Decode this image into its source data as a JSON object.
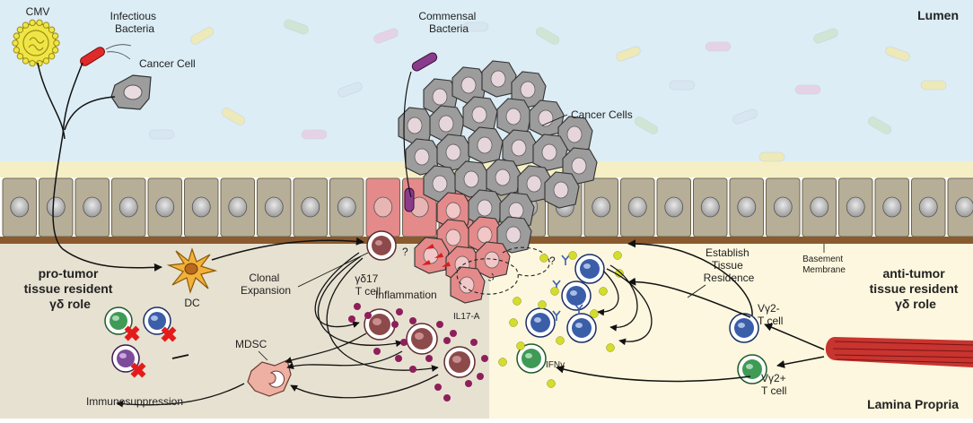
{
  "regions": {
    "lumen": "Lumen",
    "lamina_propria": "Lamina Propria"
  },
  "roles": {
    "pro_tumor": [
      "pro-tumor",
      "tissue resident",
      "γδ role"
    ],
    "anti_tumor": [
      "anti-tumor",
      "tissue resident",
      "γδ role"
    ]
  },
  "labels": {
    "cmv": "CMV",
    "infectious_bacteria": [
      "Infectious",
      "Bacteria"
    ],
    "cancer_cell": "Cancer Cell",
    "commensal_bacteria": [
      "Commensal",
      "Bacteria"
    ],
    "cancer_cells": "Cancer Cells",
    "dc": "DC",
    "clonal_expansion": [
      "Clonal",
      "Expansion"
    ],
    "gd17_tcell": [
      "γδ17",
      "T cell"
    ],
    "inflammation": "Inflammation",
    "il17a": "IL17-A",
    "mdsc": "MDSC",
    "immunosuppression": "Immunosuppression",
    "establish_tissue_residence": [
      "Establish",
      "Tissue",
      "Residence"
    ],
    "basement_membrane": [
      "Basement",
      "Membrane"
    ],
    "vg2_minus": [
      "Vγ2-",
      "T cell"
    ],
    "vg2_plus": [
      "Vγ2+",
      "T cell"
    ],
    "ifng": "IFNγ",
    "question_1": "?",
    "question_2": "?"
  },
  "colors": {
    "lumen_bg": "#deeef5",
    "epithelium": "#b5ad96",
    "basement": "#8b5a2b",
    "lamina_left": "#e6e0cf",
    "lamina_right": "#fbf6dc",
    "cancer_gray": "#9a9a9a",
    "cancer_red": "#e48a8a",
    "gd17": "#8c4a4a",
    "vg2_minus": "#3a5ea8",
    "vg2_plus": "#3f9a55",
    "dc": "#f2b13a",
    "mdsc": "#eeb0a2",
    "il17a": "#8e1f5a",
    "ifng": "#d4dc2c",
    "cmv": "#f1e64a",
    "infectious": "#e02a2a",
    "commensal": "#8a3c8c"
  }
}
